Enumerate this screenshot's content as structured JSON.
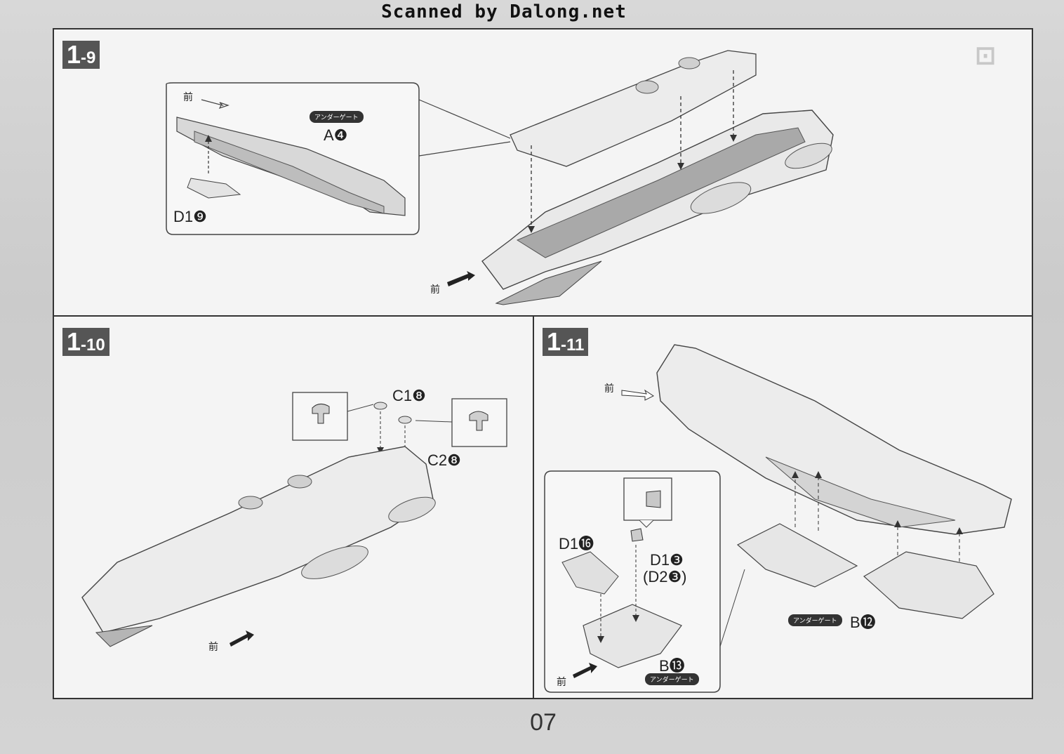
{
  "header": {
    "scan_credit": "Scanned by Dalong.net"
  },
  "steps": {
    "s9": {
      "number": "1",
      "sub": "-9"
    },
    "s10": {
      "number": "1",
      "sub": "-10"
    },
    "s11": {
      "number": "1",
      "sub": "-11"
    }
  },
  "step9": {
    "inset_front": "前",
    "gate_label": "アンダーゲート",
    "part_a": "A❹",
    "part_d1": "D1❾",
    "front": "前"
  },
  "step10": {
    "part_c1": "C1❽",
    "part_c2": "C2❽",
    "front": "前"
  },
  "step11": {
    "front_top": "前",
    "part_d1_16": "D1⓰",
    "part_d1_3": "D1❸",
    "part_d2_3": "(D2❸)",
    "part_b13": "B⓭",
    "gate_b13": "アンダーゲート",
    "part_b12": "B⓬",
    "gate_b12": "アンダーゲート",
    "front_inset": "前"
  },
  "footer": {
    "page_number": "07"
  }
}
